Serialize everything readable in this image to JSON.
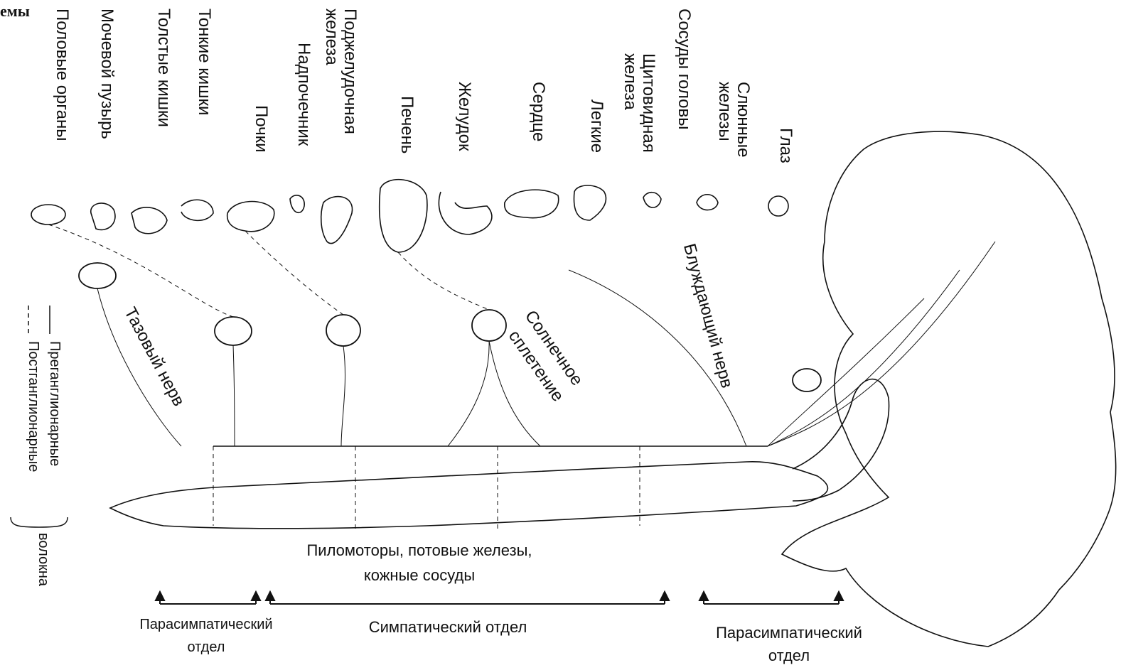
{
  "corner_text": "емы",
  "organs": [
    "Половые органы",
    "Мочевой пузырь",
    "Толстые кишки",
    "Тонкие кишки",
    "Почки",
    "Надпочечник",
    "Поджелудочная\nжелеза",
    "Печень",
    "Желудок",
    "Сердце",
    "Легкие",
    "Щитовидная\nжелеза",
    "Сосуды головы",
    "Слюнные\nжелезы",
    "Глаз"
  ],
  "nerve_labels": {
    "pelvic": "Тазовый нерв",
    "vagus": "Блуждающий нерв",
    "solar_line1": "Солнечное",
    "solar_line2": "сплетение"
  },
  "legend": {
    "preganglionic": "Преганглионарные",
    "postganglionic": "Постганглионарные",
    "fibers": "волокна"
  },
  "bottom": {
    "effectors_line1": "Пиломоторы, потовые железы,",
    "effectors_line2": "кожные сосуды",
    "parasym_left_line1": "Парасимпатический",
    "parasym_left_line2": "отдел",
    "sympathetic": "Симпатический отдел",
    "parasym_right_line1": "Парасимпатический",
    "parasym_right_line2": "отдел"
  }
}
